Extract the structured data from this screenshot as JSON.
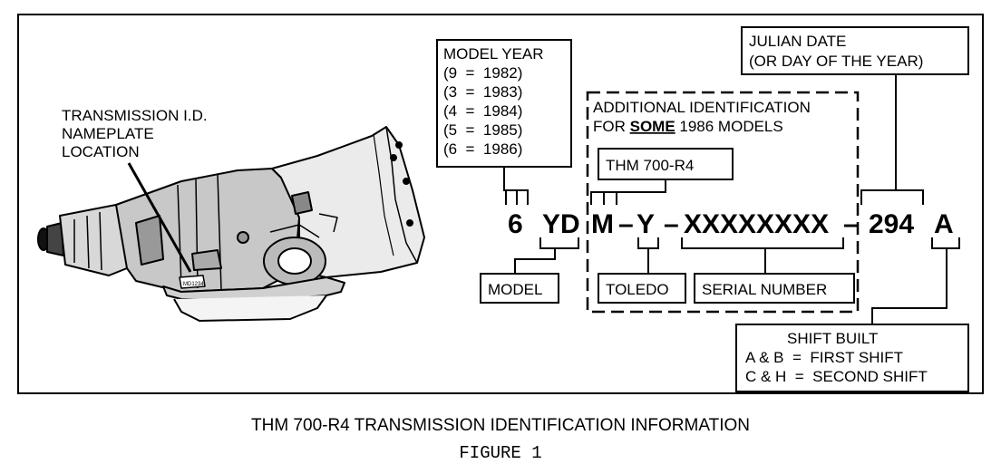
{
  "nameplate_label": {
    "lines": [
      "TRANSMISSION I.D.",
      "NAMEPLATE",
      "LOCATION"
    ]
  },
  "model_year": {
    "title": "MODEL YEAR",
    "entries": [
      "(9  =  1982)",
      "(3  =  1983)",
      "(4  =  1984)",
      "(5  =  1985)",
      "(6  =  1986)"
    ]
  },
  "julian_date": {
    "lines": [
      "JULIAN DATE",
      "(OR DAY OF THE YEAR)"
    ]
  },
  "additional_id": {
    "line1": "ADDITIONAL IDENTIFICATION",
    "line2_prefix": "FOR ",
    "line2_emphasis": "SOME",
    "line2_suffix": " 1986 MODELS"
  },
  "thm_box": "THM 700-R4",
  "code": {
    "year": "6",
    "model": "YD",
    "plant": "M",
    "dash1": "–",
    "sub": "Y",
    "dash2": "–",
    "serial": "XXXXXXXX",
    "dash3": "–",
    "julian": "294",
    "shift": "A"
  },
  "boxes": {
    "model": "MODEL",
    "toledo": "TOLEDO",
    "serial_number": "SERIAL NUMBER"
  },
  "shift_built": {
    "title": "SHIFT BUILT",
    "lines": [
      "A & B  =  FIRST SHIFT",
      "C & H  =  SECOND SHIFT"
    ]
  },
  "nameplate_tag": "MD1234",
  "caption": "THM 700-R4 TRANSMISSION IDENTIFICATION INFORMATION",
  "figure": "FIGURE 1"
}
